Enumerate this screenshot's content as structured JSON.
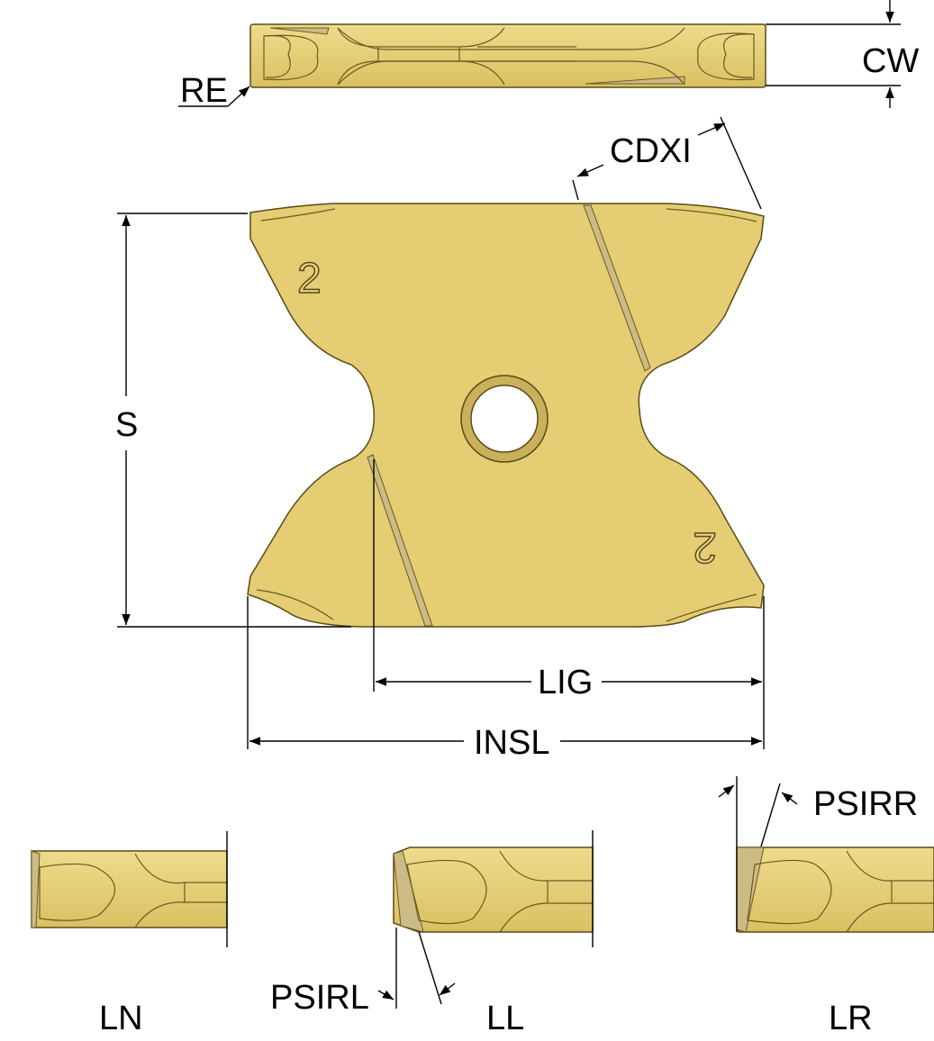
{
  "title": "Grooving insert dimension drawing",
  "colors": {
    "insert": "#e4cd72",
    "edge": "#5a4a18",
    "line": "#000000"
  },
  "labels": {
    "cw": "CW",
    "re": "RE",
    "cdxi": "CDXI",
    "s": "S",
    "lig": "LIG",
    "insl": "INSL",
    "psirr": "PSIRR",
    "psirl": "PSIRL",
    "ln": "LN",
    "ll": "LL",
    "lr": "LR"
  },
  "insert_markings": {
    "top_number": "2",
    "bottom_number": "2"
  }
}
